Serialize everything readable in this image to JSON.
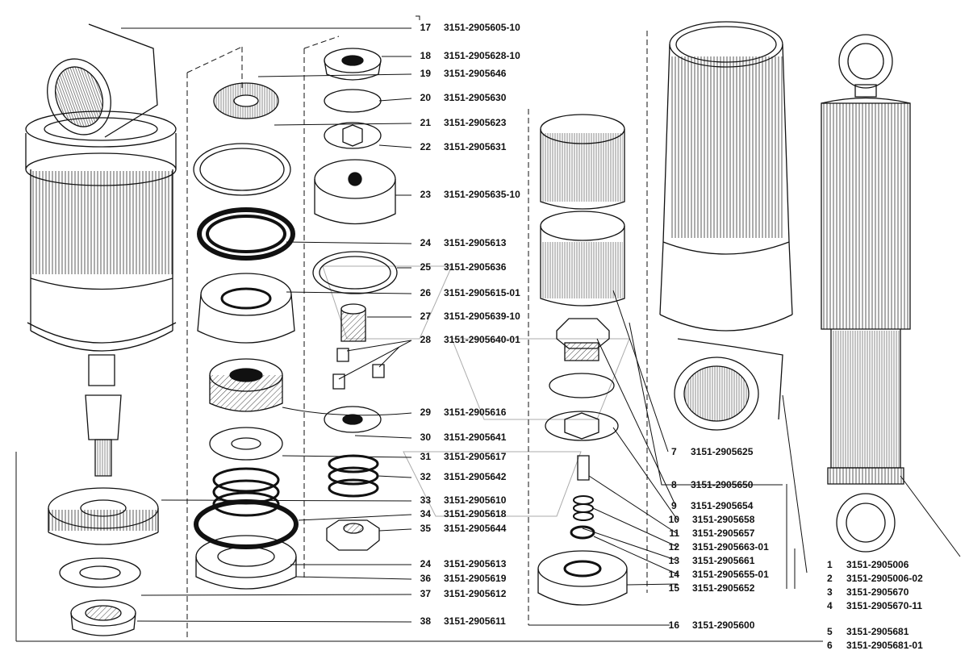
{
  "labels": [
    {
      "num": "17",
      "code": "3151-2905605-10"
    },
    {
      "num": "18",
      "code": "3151-2905628-10"
    },
    {
      "num": "19",
      "code": "3151-2905646"
    },
    {
      "num": "20",
      "code": "3151-2905630"
    },
    {
      "num": "21",
      "code": "3151-2905623"
    },
    {
      "num": "22",
      "code": "3151-2905631"
    },
    {
      "num": "23",
      "code": "3151-2905635-10"
    },
    {
      "num": "24",
      "code": "3151-2905613"
    },
    {
      "num": "25",
      "code": "3151-2905636"
    },
    {
      "num": "26",
      "code": "3151-2905615-01"
    },
    {
      "num": "27",
      "code": "3151-2905639-10"
    },
    {
      "num": "28",
      "code": "3151-2905640-01"
    },
    {
      "num": "29",
      "code": "3151-2905616"
    },
    {
      "num": "30",
      "code": "3151-2905641"
    },
    {
      "num": "31",
      "code": "3151-2905617"
    },
    {
      "num": "32",
      "code": "3151-2905642"
    },
    {
      "num": "33",
      "code": "3151-2905610"
    },
    {
      "num": "34",
      "code": "3151-2905618"
    },
    {
      "num": "35",
      "code": "3151-2905644"
    },
    {
      "num": "24",
      "code": "3151-2905613"
    },
    {
      "num": "36",
      "code": "3151-2905619"
    },
    {
      "num": "37",
      "code": "3151-2905612"
    },
    {
      "num": "38",
      "code": "3151-2905611"
    },
    {
      "num": "7",
      "code": "3151-2905625"
    },
    {
      "num": "8",
      "code": "3151-2905650"
    },
    {
      "num": "9",
      "code": "3151-2905654"
    },
    {
      "num": "10",
      "code": "3151-2905658"
    },
    {
      "num": "11",
      "code": "3151-2905657"
    },
    {
      "num": "12",
      "code": "3151-2905663-01"
    },
    {
      "num": "13",
      "code": "3151-2905661"
    },
    {
      "num": "14",
      "code": "3151-2905655-01"
    },
    {
      "num": "15",
      "code": "3151-2905652"
    },
    {
      "num": "16",
      "code": "3151-2905600"
    },
    {
      "num": "1",
      "code": "3151-2905006"
    },
    {
      "num": "2",
      "code": "3151-2905006-02"
    },
    {
      "num": "3",
      "code": "3151-2905670"
    },
    {
      "num": "4",
      "code": "3151-2905670-11"
    },
    {
      "num": "5",
      "code": "3151-2905681"
    },
    {
      "num": "6",
      "code": "3151-2905681-01"
    }
  ],
  "colors": {
    "ink": "#111111",
    "paper": "#ffffff"
  }
}
